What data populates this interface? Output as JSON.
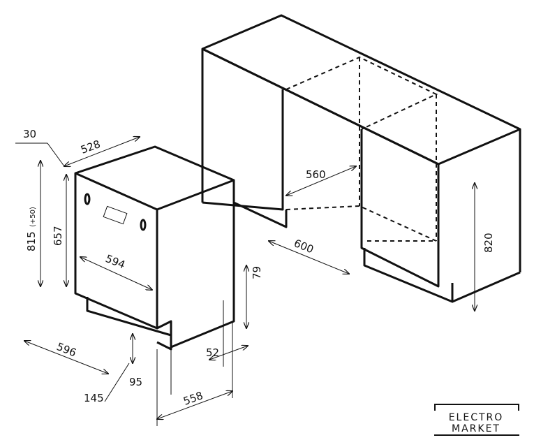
{
  "dimensions": {
    "d30": "30",
    "d528": "528",
    "d815": "815",
    "d815_tol": "(+50)",
    "d657": "657",
    "d594": "594",
    "d596": "596",
    "d145": "145",
    "d95": "95",
    "d558": "558",
    "d52": "52",
    "d79": "79",
    "d560": "560",
    "d600": "600",
    "d820": "820"
  },
  "logo": {
    "name": "ELECTRO MARKET"
  }
}
